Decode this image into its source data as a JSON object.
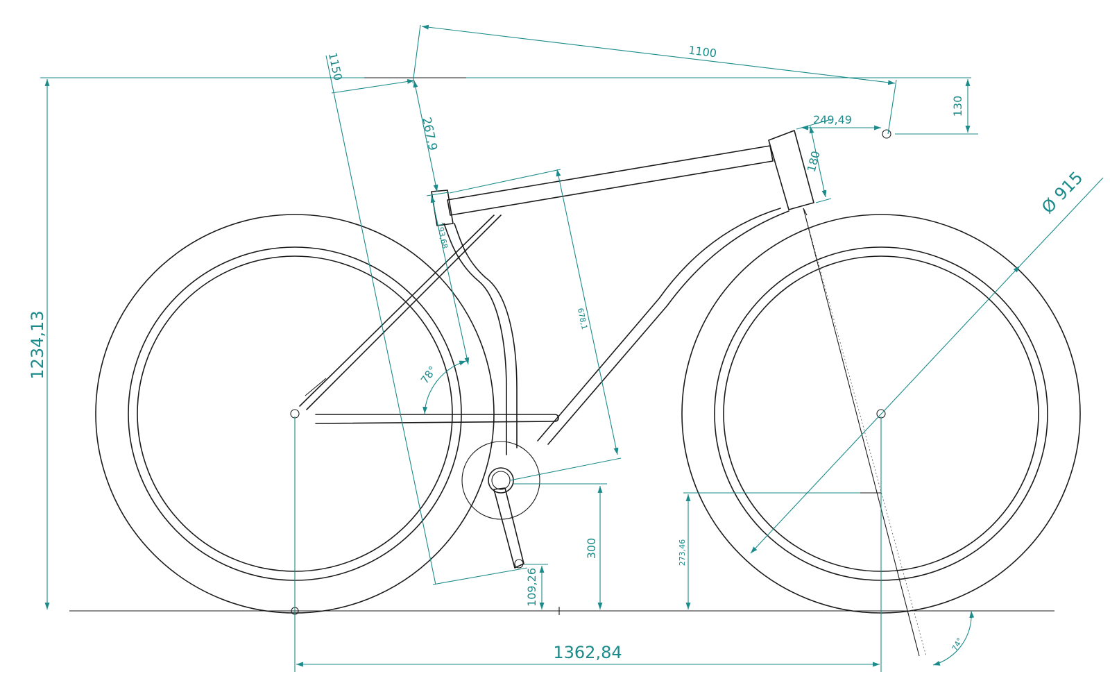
{
  "drawing": {
    "dimensions": {
      "overall_height": "1234,13",
      "wheelbase": "1362,84",
      "reach_1100": "1100",
      "stack_1150": "1150",
      "setback_2679": "267,9",
      "handlebar_drop_130": "130",
      "stem_24949": "249,49",
      "head_tube_180": "180",
      "top_length_19368": "193,68",
      "seat_tube_6781": "678,1",
      "seat_angle": "78°",
      "head_angle": "74°",
      "wheel_diameter": "Ø 915",
      "bb_height_300": "300",
      "pedal_height_10926": "109,26",
      "axle_offset_27346": "273,46"
    },
    "colors": {
      "geometry": "#1a1a1a",
      "dimension": "#1a8a8a",
      "background": "#ffffff"
    }
  }
}
